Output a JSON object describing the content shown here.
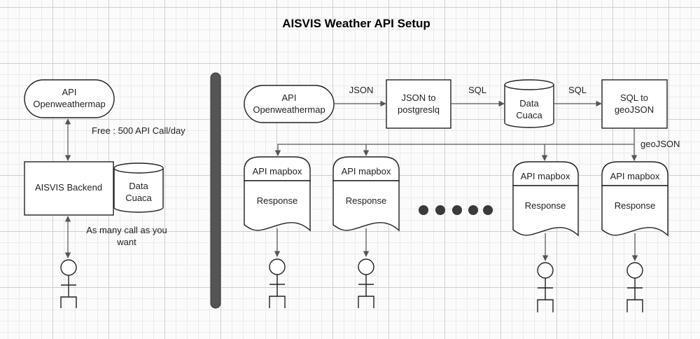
{
  "title": "AISVIS Weather API Setup",
  "left": {
    "api_node": [
      "API",
      "Openweathermap"
    ],
    "free_label": "Free : 500 API Call/day",
    "backend_node": "AISVIS Backend",
    "data_node": [
      "Data",
      "Cuaca"
    ],
    "many_calls_label": [
      "As many call as you",
      "want"
    ]
  },
  "right": {
    "api_node": [
      "API",
      "Openweathermap"
    ],
    "edge_json": "JSON",
    "json_pg_node": [
      "JSON to",
      "postgreslq"
    ],
    "edge_sql_1": "SQL",
    "data_node": [
      "Data",
      "Cuaca"
    ],
    "edge_sql_2": "SQL",
    "sql_geo_node": [
      "SQL to",
      "geoJSON"
    ],
    "edge_geojson": "geoJSON",
    "mapbox_units": [
      {
        "api_label": "API mapbox",
        "response_label": "Response"
      },
      {
        "api_label": "API mapbox",
        "response_label": "Response"
      },
      {
        "api_label": "API mapbox",
        "response_label": "Response"
      },
      {
        "api_label": "API mapbox",
        "response_label": "Response"
      }
    ]
  }
}
